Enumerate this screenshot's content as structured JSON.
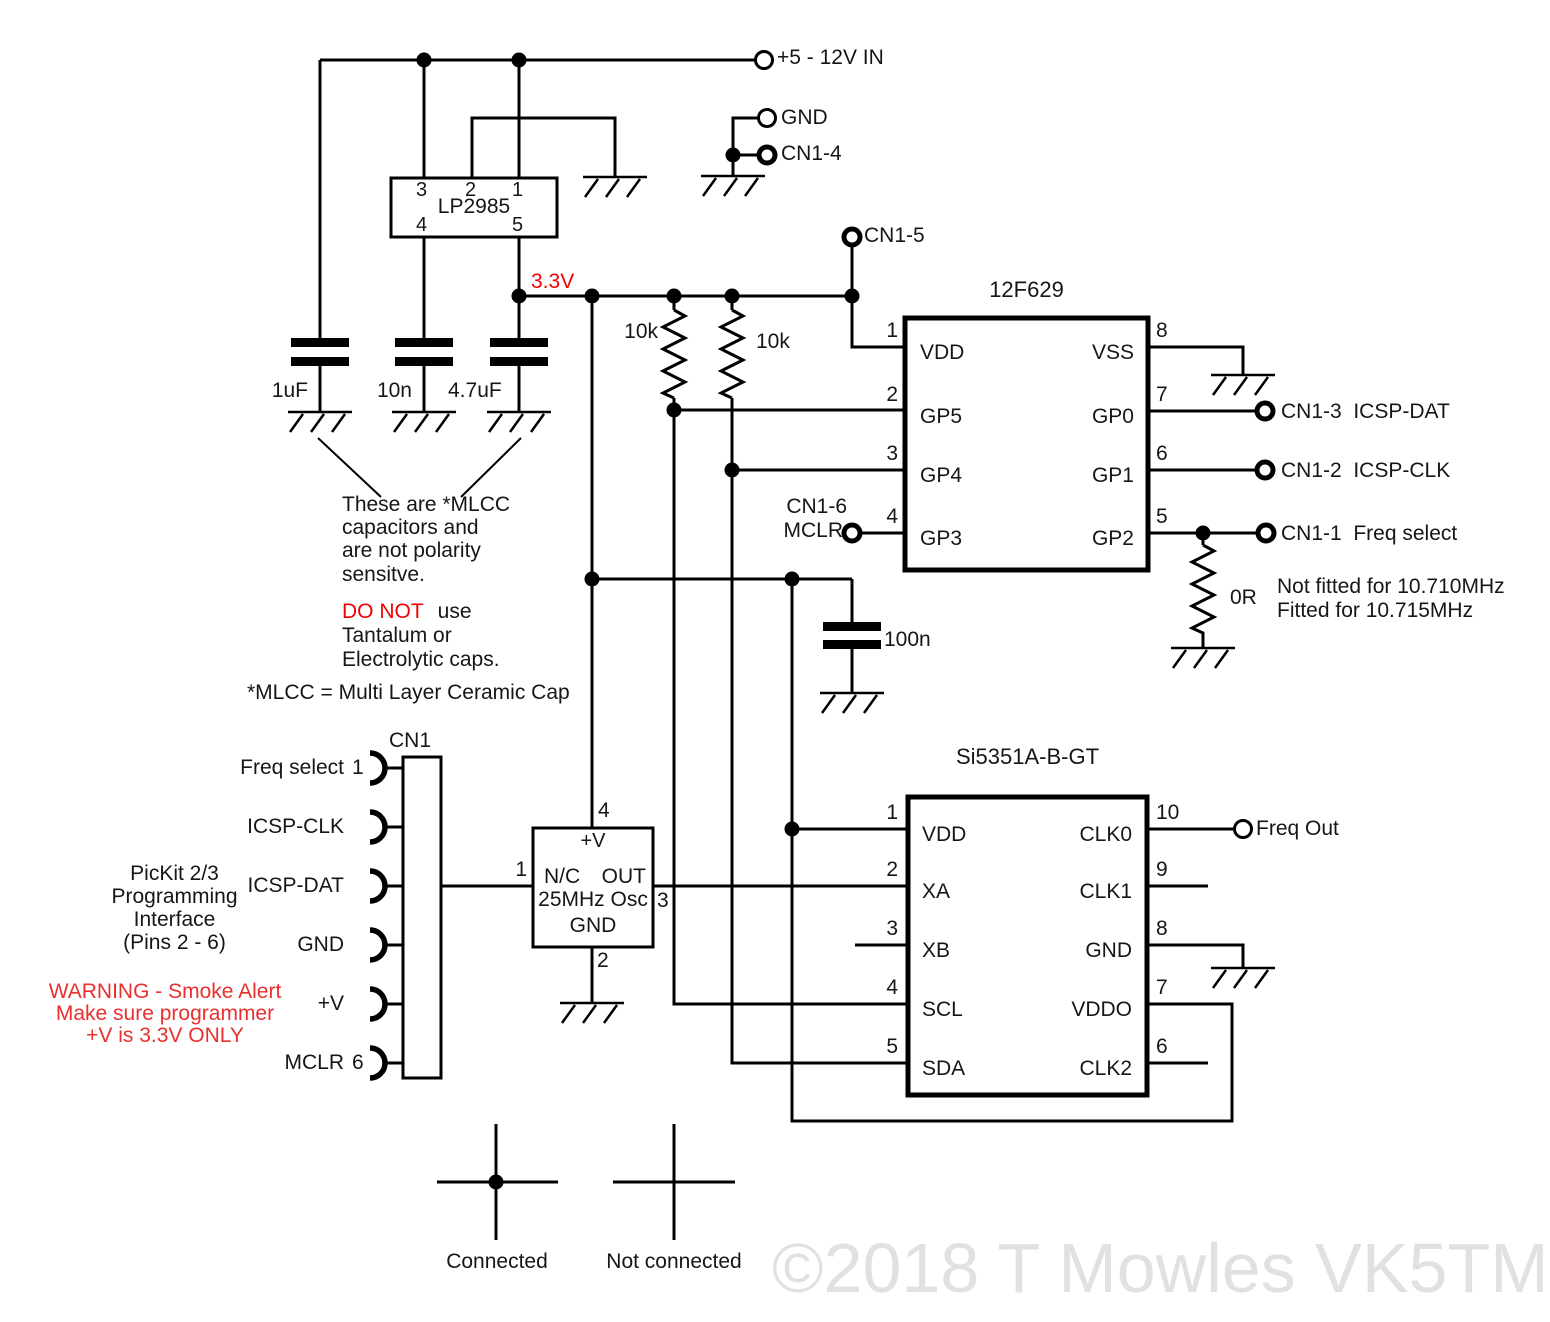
{
  "colors": {
    "red": "#f00202",
    "warning_red": "#e8302e",
    "wire": "#000000",
    "watermark_gray": "#e1e1e1"
  },
  "power": {
    "vin": "+5 - 12V IN",
    "gnd": "GND",
    "cn1_4": "CN1-4",
    "cn1_5": "CN1-5",
    "rail": "3.3V"
  },
  "regulator": {
    "name": "LP2985",
    "pin_top_left": "3",
    "pin_top_mid": "2",
    "pin_top_right": "1",
    "pin_bot_left": "4",
    "pin_bot_right": "5"
  },
  "capacitors": {
    "c1": "1uF",
    "c2": "10n",
    "c3": "4.7uF",
    "c4": "100n"
  },
  "resistors": {
    "r1": "10k",
    "r2": "10k",
    "r3": "0R",
    "r3_note1": "Not fitted for 10.710MHz",
    "r3_note2": "Fitted for 10.715MHz"
  },
  "notes": {
    "mlcc": [
      "These are *MLCC",
      "capacitors and",
      "are not polarity",
      "sensitve."
    ],
    "do_not": "DO NOT",
    "do_not_rest": "use",
    "line2": "Tantalum or",
    "line3": "Electrolytic caps.",
    "definition": "*MLCC = Multi Layer Ceramic Cap"
  },
  "mcu": {
    "name": "12F629",
    "pins_left": [
      {
        "num": "1",
        "label": "VDD"
      },
      {
        "num": "2",
        "label": "GP5"
      },
      {
        "num": "3",
        "label": "GP4"
      },
      {
        "num": "4",
        "label": "GP3"
      }
    ],
    "pins_right": [
      {
        "num": "8",
        "label": "VSS"
      },
      {
        "num": "7",
        "label": "GP0"
      },
      {
        "num": "6",
        "label": "GP1"
      },
      {
        "num": "5",
        "label": "GP2"
      }
    ],
    "gp0_conn": "CN1-3  ICSP-DAT",
    "gp1_conn": "CN1-2  ICSP-CLK",
    "gp2_conn": "CN1-1  Freq select",
    "gp3_conn_line1": "CN1-6",
    "gp3_conn_line2": "MCLR"
  },
  "cn1": {
    "name": "CN1",
    "pin_labels": [
      "Freq select",
      "ICSP-CLK",
      "ICSP-DAT",
      "GND",
      "+V",
      "MCLR"
    ],
    "first_pin_num": "1",
    "last_pin_num": "6",
    "pickit": [
      "PicKit 2/3",
      "Programming",
      "Interface",
      "(Pins 2 - 6)"
    ],
    "warning": [
      "WARNING - Smoke Alert",
      "Make sure programmer",
      "+V is 3.3V ONLY"
    ]
  },
  "oscillator": {
    "pin4": "4",
    "pin1": "1",
    "pin3": "3",
    "pin2": "2",
    "vplus": "+V",
    "nc": "N/C",
    "out": "OUT",
    "name": "25MHz Osc",
    "gnd": "GND"
  },
  "clockgen": {
    "name": "Si5351A-B-GT",
    "pins_left": [
      {
        "num": "1",
        "label": "VDD"
      },
      {
        "num": "2",
        "label": "XA"
      },
      {
        "num": "3",
        "label": "XB"
      },
      {
        "num": "4",
        "label": "SCL"
      },
      {
        "num": "5",
        "label": "SDA"
      }
    ],
    "pins_right": [
      {
        "num": "10",
        "label": "CLK0"
      },
      {
        "num": "9",
        "label": "CLK1"
      },
      {
        "num": "8",
        "label": "GND"
      },
      {
        "num": "7",
        "label": "VDDO"
      },
      {
        "num": "6",
        "label": "CLK2"
      }
    ],
    "clk0_conn": "Freq Out"
  },
  "legend": {
    "connected": "Connected",
    "not_connected": "Not connected"
  },
  "watermark": "©2018 T Mowles VK5TM"
}
